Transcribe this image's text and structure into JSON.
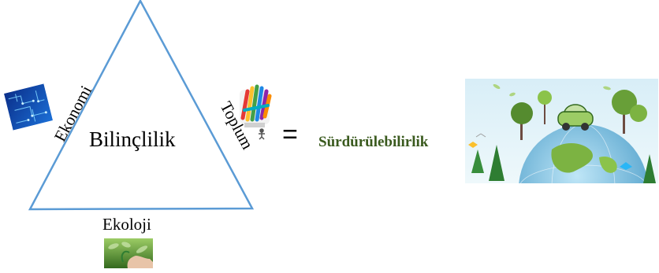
{
  "diagram": {
    "center_label": "Bilinçlilik",
    "sides": {
      "left": "Ekonomi",
      "right": "Toplum",
      "bottom": "Ekoloji"
    },
    "equals_sign": "=",
    "result_label": "Sürdürülebilirlik",
    "colors": {
      "triangle_stroke": "#5b9bd5",
      "result_text": "#3a5a1e"
    },
    "icons": {
      "economy": "digital-circuit-icon",
      "society": "colorful-people-hands-icon",
      "ecology": "green-plant-hand-icon",
      "sustainability": "green-earth-car-icon"
    }
  }
}
